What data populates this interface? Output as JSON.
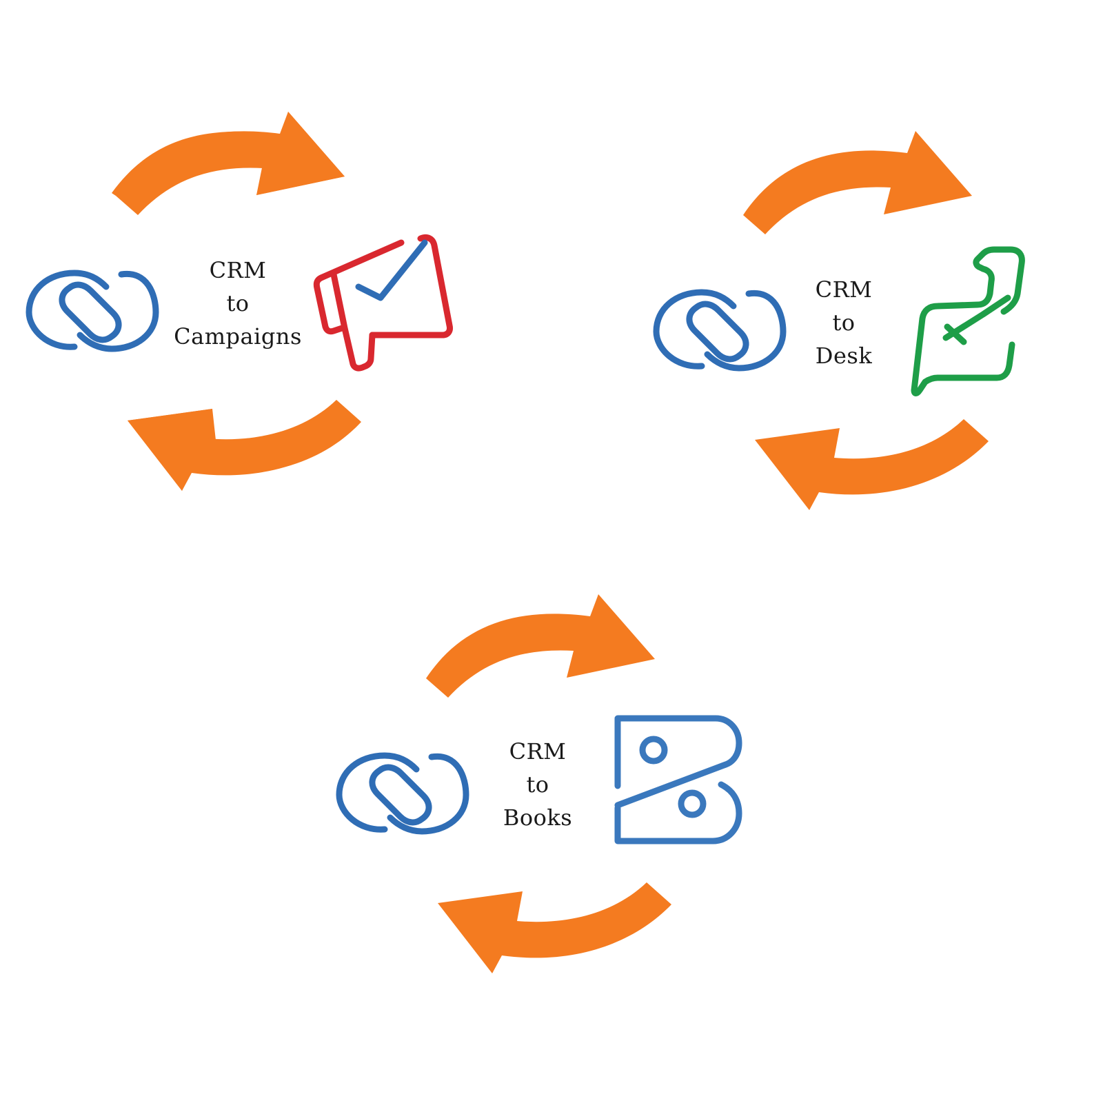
{
  "colors": {
    "arrow": "#F47B20",
    "crm_logo": "#2F6DB5",
    "campaigns_logo": "#D9282F",
    "desk_logo": "#1E9E48",
    "books_logo": "#3A78BD",
    "text": "#1a1a1a",
    "background": "#FFFFFF"
  },
  "integrations": [
    {
      "source_icon": "zoho-crm-icon",
      "target_icon": "zoho-campaigns-icon",
      "caption": {
        "line1": "CRM",
        "line2": "to",
        "line3": "Campaigns"
      }
    },
    {
      "source_icon": "zoho-crm-icon",
      "target_icon": "zoho-desk-icon",
      "caption": {
        "line1": "CRM",
        "line2": "to",
        "line3": "Desk"
      }
    },
    {
      "source_icon": "zoho-crm-icon",
      "target_icon": "zoho-books-icon",
      "caption": {
        "line1": "CRM",
        "line2": "to",
        "line3": "Books"
      }
    }
  ]
}
